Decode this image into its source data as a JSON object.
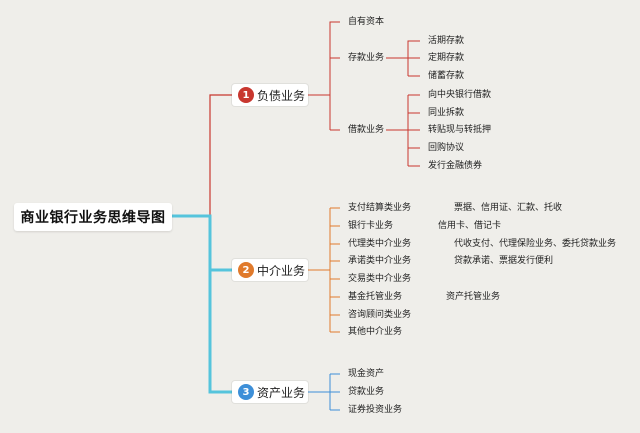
{
  "root": "商业银行业务思维导图",
  "branches": [
    {
      "num": "1",
      "label": "负债业务",
      "color": "#c8372f"
    },
    {
      "num": "2",
      "label": "中介业务",
      "color": "#e07a2c"
    },
    {
      "num": "3",
      "label": "资产业务",
      "color": "#3d8fd8"
    }
  ],
  "liability": {
    "own_capital": "自有资本",
    "deposit": "存款业务",
    "deposit_items": [
      "活期存款",
      "定期存款",
      "储蓄存款"
    ],
    "borrow": "借款业务",
    "borrow_items": [
      "向中央银行借款",
      "同业拆款",
      "转贴现与转抵押",
      "回购协议",
      "发行金融债券"
    ]
  },
  "intermediary": {
    "items": [
      "支付结算类业务",
      "银行卡业务",
      "代理类中介业务",
      "承诺类中介业务",
      "交易类中介业务",
      "基金托管业务",
      "咨询顾问类业务",
      "其他中介业务"
    ],
    "details": [
      "票据、信用证、汇款、托收",
      "信用卡、借记卡",
      "代收支付、代理保险业务、委托贷款业务",
      "贷款承诺、票据发行便利",
      "资产托管业务"
    ]
  },
  "asset": {
    "items": [
      "现金资产",
      "贷款业务",
      "证券投资业务"
    ]
  }
}
